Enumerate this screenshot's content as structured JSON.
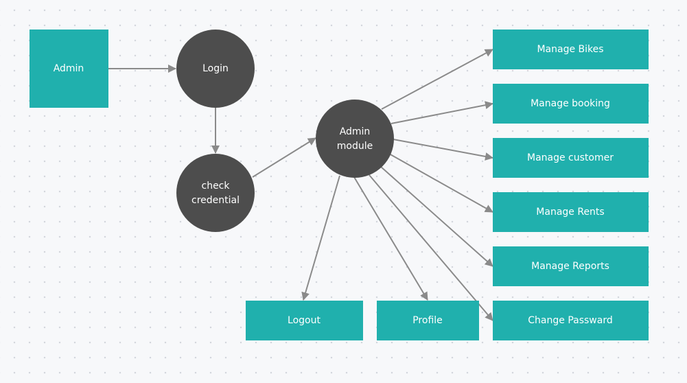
{
  "diagram": {
    "nodes": {
      "admin": "Admin",
      "login": "Login",
      "check_credential": [
        "check",
        "credential"
      ],
      "admin_module": [
        "Admin",
        "module"
      ],
      "manage_bikes": "Manage Bikes",
      "manage_booking": "Manage booking",
      "manage_customer": "Manage customer",
      "manage_rents": "Manage Rents",
      "manage_reports": "Manage Reports",
      "change_password": "Change Passward",
      "logout": "Logout",
      "profile": "Profile"
    },
    "colors": {
      "entity_fill": "#20b0ad",
      "process_fill": "#4d4d4d",
      "edge": "#8a8a8a",
      "label": "#ffffff"
    }
  }
}
